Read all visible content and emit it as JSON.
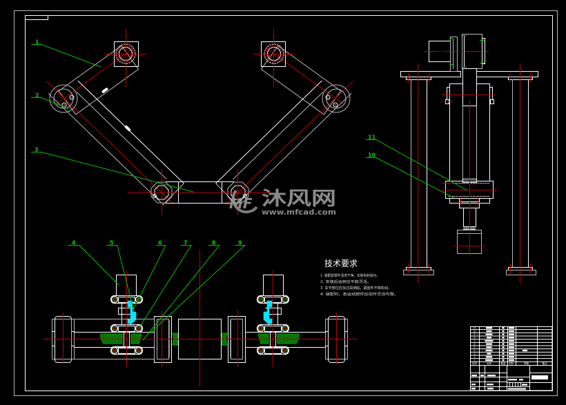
{
  "balloons": [
    "1",
    "2",
    "3",
    "4",
    "5",
    "6",
    "7",
    "8",
    "9",
    "10",
    "11"
  ],
  "tech_requirements": {
    "title": "技术要求",
    "items": [
      "1. 装配前零件清洗干净，去除毛刺油污。",
      "2. 安装后运转应平稳灵活。",
      "3. 关节部位应加注润滑脂，紧固件不得松动。",
      "4. 装配时，各运动部件应动作灵活可靠。"
    ]
  },
  "watermark": {
    "logo": "MF",
    "brand": "沐风网",
    "url": "www.mfcad.com"
  },
  "title_block": {
    "parts_list": {
      "header": [
        "序号",
        "名称",
        "数量",
        "材料",
        "规格",
        "备注"
      ],
      "rows": [
        {
          "no": "11"
        },
        {
          "no": "10"
        },
        {
          "no": "9"
        },
        {
          "no": "8"
        },
        {
          "no": "7"
        },
        {
          "no": "6"
        },
        {
          "no": "5"
        },
        {
          "no": "4"
        },
        {
          "no": "3"
        },
        {
          "no": "2"
        },
        {
          "no": "1"
        }
      ]
    }
  },
  "colors": {
    "background": "#000000",
    "outline": "#ffffff",
    "secondary_outline": "#b8b8b8",
    "centerline": "#c00000",
    "leader": "#00c000",
    "highlight_part": "#00e5ff",
    "section_hatch": "#00a000",
    "watermark": "#9a9a9a"
  }
}
